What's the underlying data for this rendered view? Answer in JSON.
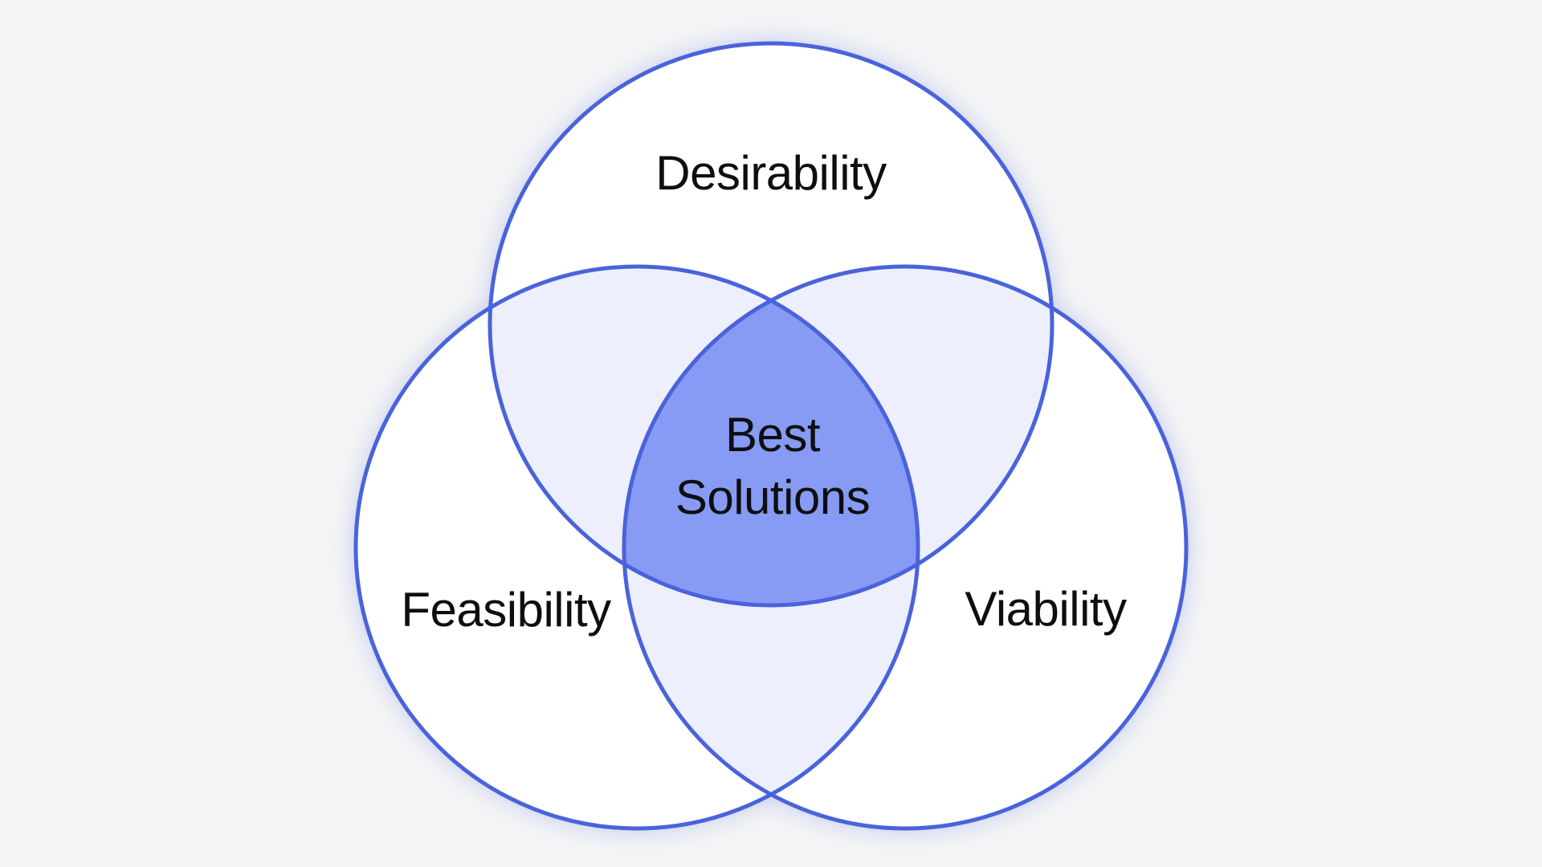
{
  "diagram": {
    "type": "venn-3",
    "labels": {
      "top_circle": "Desirability",
      "left_circle": "Feasibility",
      "right_circle": "Viability",
      "center_line1": "Best",
      "center_line2": "Solutions"
    },
    "colors": {
      "bg": "#f5f5f6",
      "circle-fill": "#ffffff",
      "overlap-fill": "#edeffd",
      "core-fill": "#879bf4",
      "stroke": "#4a63db",
      "text": "#0e0e10"
    }
  }
}
